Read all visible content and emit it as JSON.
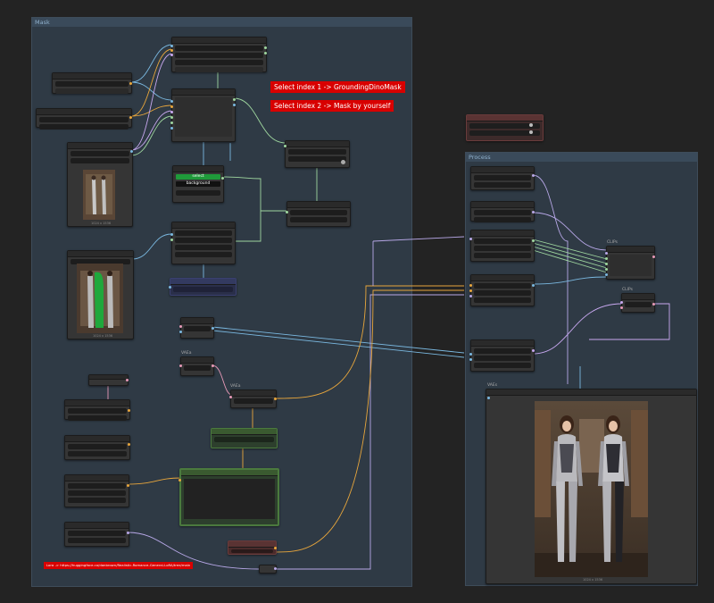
{
  "groups": {
    "main": {
      "title": "Mask"
    },
    "process": {
      "title": "Process"
    }
  },
  "notes": {
    "index1": "Select index 1 -> GroundingDinoMask",
    "index2": "Select index 2 -> Mask by yourself",
    "lora": "Lora -> https://huggingface.co/danbrown/Realistic-Romance-General-LoRA/tree/main"
  },
  "buttons": {
    "select_mask": "select",
    "background": "background"
  },
  "node_titles": {
    "small_a": "VAEa",
    "small_b": "VAEa",
    "right_a": "CLIPs",
    "right_b": "CLIPs",
    "preview": "VAEs"
  },
  "captions": {
    "img_small": "1024 x 1536",
    "img_mask": "1024 x 1536",
    "img_result": "1024 x 1536"
  },
  "colors": {
    "wire_blue": "#7ab8e0",
    "wire_green": "#9fd79f",
    "wire_purple": "#c8a8f0",
    "wire_orange": "#e8a63c",
    "wire_pink": "#e89ab8",
    "wire_lavender": "#b8a8e8",
    "note_red": "#d80000"
  }
}
